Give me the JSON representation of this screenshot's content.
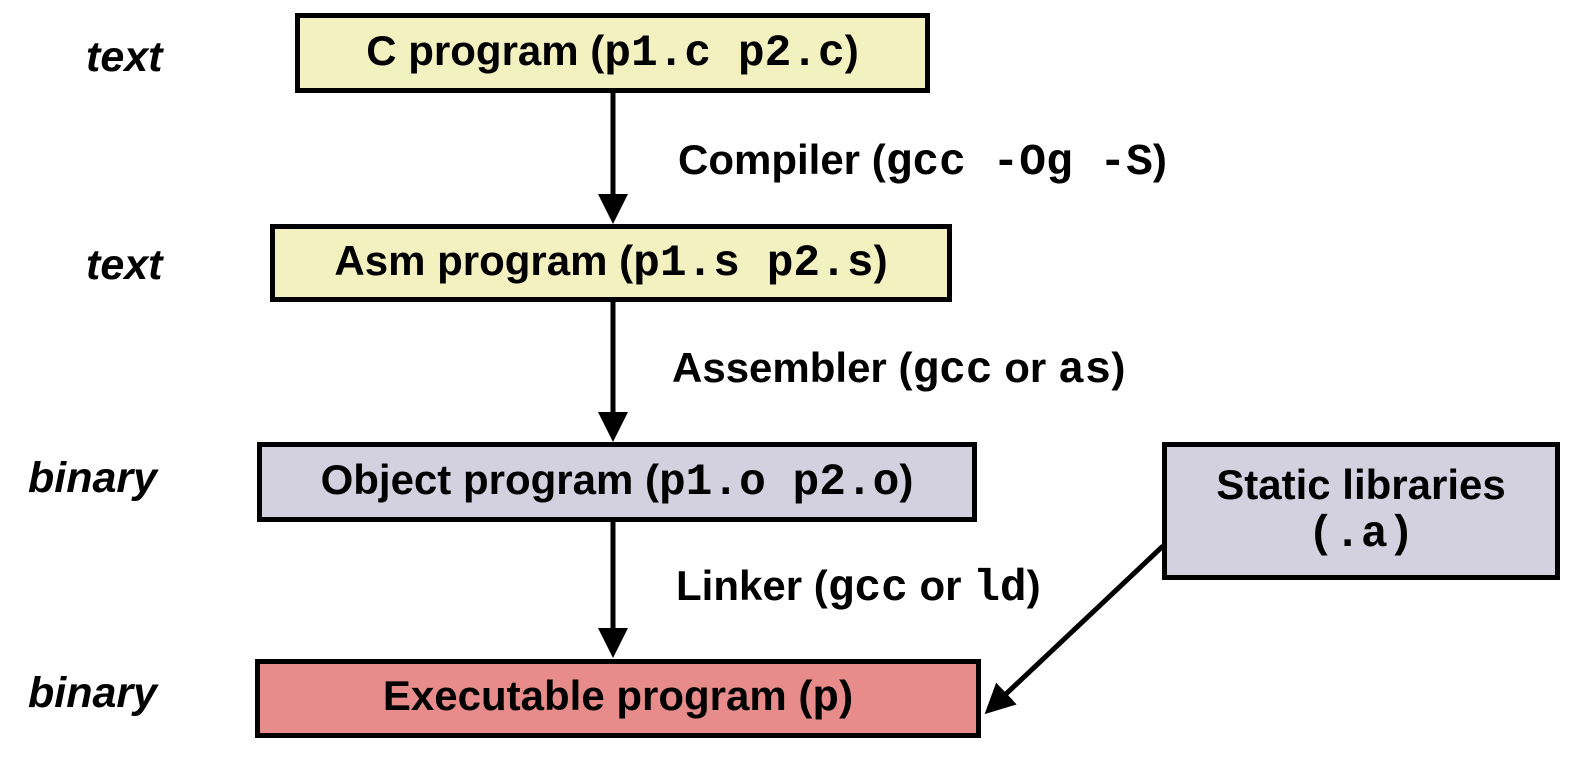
{
  "colors": {
    "yellow": "#f4f1c1",
    "lavender": "#d3d0e0",
    "salmon": "#e78c8a",
    "ink": "#000000",
    "background": "#ffffff"
  },
  "side_labels": {
    "text1": "text",
    "text2": "text",
    "binary1": "binary",
    "binary2": "binary"
  },
  "boxes": {
    "c_program": {
      "prefix": "C program (",
      "code": "p1.c p2.c",
      "suffix": ")"
    },
    "asm_program": {
      "prefix": "Asm program (",
      "code": "p1.s p2.s",
      "suffix": ")"
    },
    "object_program": {
      "prefix": "Object program (",
      "code": "p1.o p2.o",
      "suffix": ")"
    },
    "static_libraries": {
      "title": "Static libraries",
      "code": "(.a)"
    },
    "executable_program": {
      "prefix": "Executable program (",
      "code": "p",
      "suffix": ")"
    }
  },
  "steps": {
    "compiler": {
      "prefix": "Compiler (",
      "code": "gcc -Og -S",
      "suffix": ")"
    },
    "assembler": {
      "prefix": "Assembler (",
      "code1": "gcc",
      "mid": " or ",
      "code2": "as",
      "suffix": ")"
    },
    "linker": {
      "prefix": "Linker (",
      "code1": "gcc",
      "mid": " or ",
      "code2": "ld",
      "suffix": ")"
    }
  }
}
